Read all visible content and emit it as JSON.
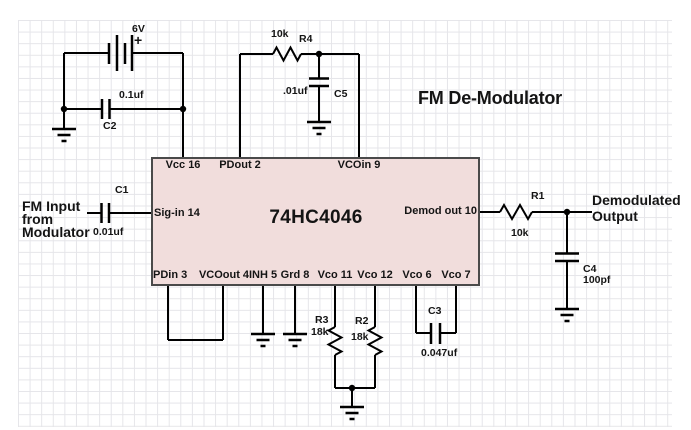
{
  "title": "FM De-Modulator",
  "ic": {
    "part_number": "74HC4046",
    "pins_top": [
      "Vcc 16",
      "PDout 2",
      "VCOin 9"
    ],
    "pin_left": "Sig-in 14",
    "pin_right": "Demod out 10",
    "pins_bottom": [
      "PDin 3",
      "VCOout 4",
      "INH 5",
      "Grd 8",
      "Vco 11",
      "Vco 12",
      "Vco 6",
      "Vco 7"
    ]
  },
  "labels": {
    "input_line1": "FM Input",
    "input_line2": "from",
    "input_line3": "Modulator",
    "output_line1": "Demodulated",
    "output_line2": "Output"
  },
  "components": {
    "battery": {
      "value": "6V",
      "polarity": "+"
    },
    "c1": {
      "ref": "C1",
      "value": "0.01uf"
    },
    "c2": {
      "ref": "C2",
      "value": "0.1uf"
    },
    "c3": {
      "ref": "C3",
      "value": "0.047uf"
    },
    "c4": {
      "ref": "C4",
      "value": "100pf"
    },
    "c5": {
      "ref": "C5",
      "value": ".01uf"
    },
    "r1": {
      "ref": "R1",
      "value": "10k"
    },
    "r2": {
      "ref": "R2",
      "value": "18k"
    },
    "r3": {
      "ref": "R3",
      "value": "18k"
    },
    "r4": {
      "ref": "R4",
      "value": "10k"
    }
  },
  "colors": {
    "ic_fill": "#f1dddc",
    "ic_border": "#4a4a4a",
    "wire": "#000000",
    "grid_line": "#e5e5e9",
    "background": "#ffffff"
  }
}
